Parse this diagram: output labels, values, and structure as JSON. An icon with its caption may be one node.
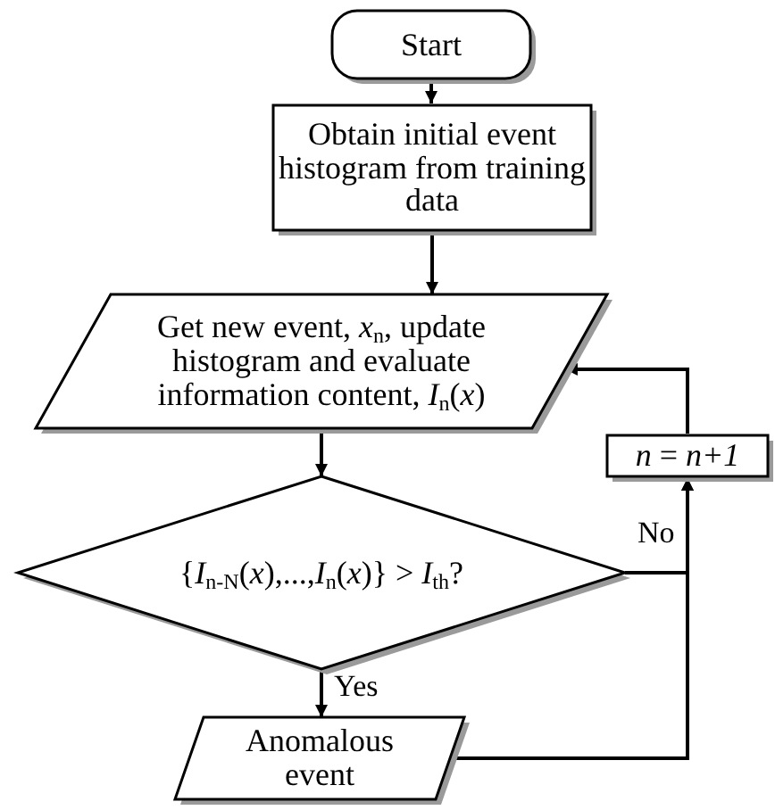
{
  "diagram": {
    "nodes": [
      {
        "text": [
          "Start"
        ]
      },
      {
        "text": [
          "Obtain initial event histogram from training data"
        ]
      },
      {
        "text": [
          "Get new event, *x*$_{n}$, update histogram and evaluate information content, *I*$_{n}$(*x*)"
        ]
      },
      {
        "text": [
          "*n* = *n+1*"
        ]
      },
      {
        "text": [
          "{*I*$_{n-N}$(*x*),...,*I*$_{n}$(*x*)} > *I*$_{th}$?"
        ]
      },
      {
        "text": [
          "Anomalous event"
        ]
      }
    ],
    "edges": [
      {
        "from": 0,
        "to": 1,
        "arrow": "to"
      },
      {
        "from": 1,
        "to": 2,
        "arrow": "to"
      },
      {
        "from": 2,
        "to": 4,
        "arrow": "to"
      },
      {
        "from": 4,
        "to": 5,
        "arrow": "to",
        "label": "Yes"
      },
      {
        "from": 4,
        "to": 3,
        "arrow": "to",
        "label": "No"
      },
      {
        "from": 5,
        "to": 3,
        "arrow": "to"
      },
      {
        "from": 3,
        "to": 2,
        "arrow": "to"
      }
    ]
  }
}
